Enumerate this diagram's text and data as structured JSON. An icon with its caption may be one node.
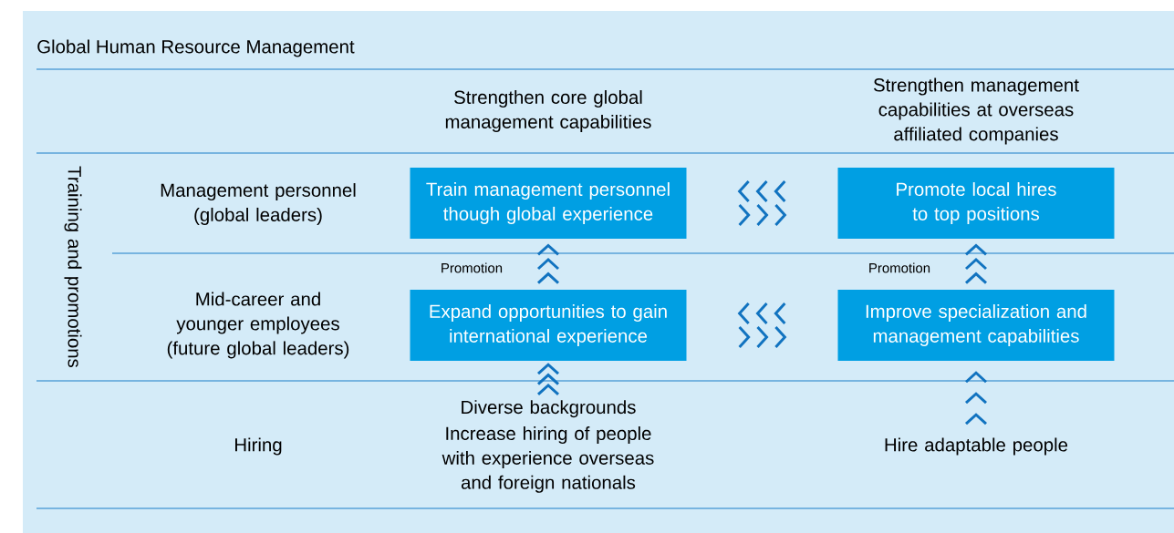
{
  "diagram": {
    "title": "Global Human Resource Management",
    "nodes": [
      {
        "text": [
          "Train management personnel though global experience"
        ]
      },
      {
        "text": [
          "Promote local hires to top positions"
        ]
      },
      {
        "text": [
          "Expand opportunities to gain international experience"
        ]
      },
      {
        "text": [
          "Improve specialization and management capabilities"
        ]
      },
      {
        "text": [
          "Diverse backgrounds",
          "Increase hiring of people with experience overseas and foreign nationals"
        ]
      },
      {
        "text": [
          "Hire adaptable people"
        ]
      }
    ],
    "edges": [
      {
        "from": 1,
        "to": 0,
        "arrow": "to"
      },
      {
        "from": 0,
        "to": 1,
        "arrow": "to"
      },
      {
        "from": 2,
        "to": 0,
        "arrow": "to",
        "label": "Promotion"
      },
      {
        "from": 3,
        "to": 1,
        "arrow": "to",
        "label": "Promotion"
      },
      {
        "from": 3,
        "to": 2,
        "arrow": "to"
      },
      {
        "from": 2,
        "to": 3,
        "arrow": "to"
      },
      {
        "from": 4,
        "to": 2,
        "arrow": "to"
      },
      {
        "from": 5,
        "to": 3,
        "arrow": "to"
      }
    ],
    "labels": [
      "Strengthen core global management capabilities",
      "Strengthen management capabilities at overseas affiliated companies",
      "Training and promotions",
      "Management personnel (global leaders)",
      "Mid-career and younger employees (future global leaders)",
      "Hiring"
    ]
  }
}
